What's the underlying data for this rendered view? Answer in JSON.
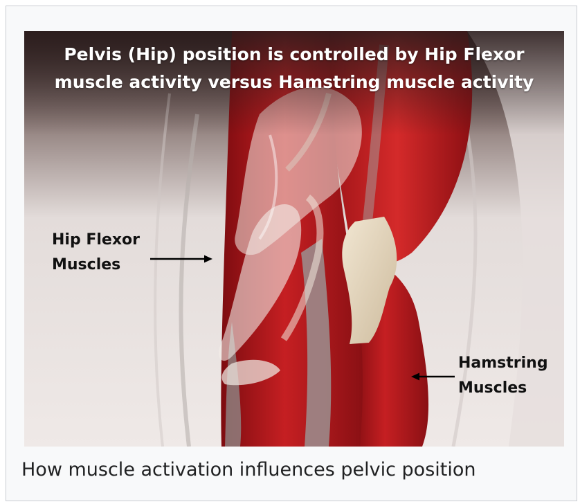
{
  "figure": {
    "title_lines": [
      "Pelvis (Hip) position is controlled by Hip Flexor",
      "muscle activity versus Hamstring muscle activity"
    ],
    "hip_flexor_label_lines": [
      "Hip Flexor",
      "Muscles"
    ],
    "hamstring_label_lines": [
      "Hamstring",
      "Muscles"
    ],
    "icons": [
      "arrow-right-icon",
      "arrow-left-icon"
    ],
    "colors": {
      "muscle_red": "#b3161b",
      "bone_beige": "#e6d8bf",
      "background": "#ece6e4"
    }
  },
  "caption": "How muscle activation influences pelvic position"
}
